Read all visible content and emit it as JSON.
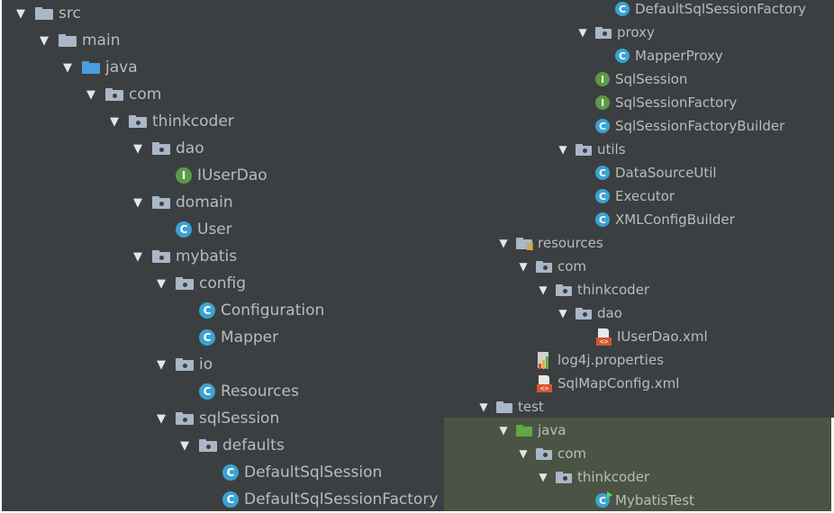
{
  "left_tree": [
    {
      "label": "src",
      "kind": "folder",
      "icon": "folder-icon",
      "expanded": true,
      "depth": 0
    },
    {
      "label": "main",
      "kind": "folder",
      "icon": "folder-icon",
      "expanded": true,
      "depth": 1
    },
    {
      "label": "java",
      "kind": "source-folder",
      "icon": "source-folder-icon",
      "expanded": true,
      "depth": 2
    },
    {
      "label": "com",
      "kind": "package",
      "icon": "package-icon",
      "expanded": true,
      "depth": 3
    },
    {
      "label": "thinkcoder",
      "kind": "package",
      "icon": "package-icon",
      "expanded": true,
      "depth": 4
    },
    {
      "label": "dao",
      "kind": "package",
      "icon": "package-icon",
      "expanded": true,
      "depth": 5
    },
    {
      "label": "IUserDao",
      "kind": "interface",
      "icon": "interface-icon",
      "depth": 6
    },
    {
      "label": "domain",
      "kind": "package",
      "icon": "package-icon",
      "expanded": true,
      "depth": 5
    },
    {
      "label": "User",
      "kind": "class",
      "icon": "class-icon",
      "depth": 6
    },
    {
      "label": "mybatis",
      "kind": "package",
      "icon": "package-icon",
      "expanded": true,
      "depth": 5
    },
    {
      "label": "config",
      "kind": "package",
      "icon": "package-icon",
      "expanded": true,
      "depth": 6
    },
    {
      "label": "Configuration",
      "kind": "class",
      "icon": "class-icon",
      "depth": 7
    },
    {
      "label": "Mapper",
      "kind": "class",
      "icon": "class-icon",
      "depth": 7
    },
    {
      "label": "io",
      "kind": "package",
      "icon": "package-icon",
      "expanded": true,
      "depth": 6
    },
    {
      "label": "Resources",
      "kind": "class",
      "icon": "class-icon",
      "depth": 7
    },
    {
      "label": "sqlSession",
      "kind": "package",
      "icon": "package-icon",
      "expanded": true,
      "depth": 6
    },
    {
      "label": "defaults",
      "kind": "package",
      "icon": "package-icon",
      "expanded": true,
      "depth": 7
    },
    {
      "label": "DefaultSqlSession",
      "kind": "class",
      "icon": "class-icon",
      "depth": 8
    },
    {
      "label": "DefaultSqlSessionFactory",
      "kind": "class",
      "icon": "class-icon",
      "depth": 8
    }
  ],
  "right_tree": [
    {
      "label": "DefaultSqlSessionFactory",
      "kind": "class",
      "icon": "class-icon",
      "depth": 8
    },
    {
      "label": "proxy",
      "kind": "package",
      "icon": "package-icon",
      "expanded": true,
      "depth": 7
    },
    {
      "label": "MapperProxy",
      "kind": "class",
      "icon": "class-icon",
      "depth": 8
    },
    {
      "label": "SqlSession",
      "kind": "interface",
      "icon": "interface-icon",
      "depth": 7
    },
    {
      "label": "SqlSessionFactory",
      "kind": "interface",
      "icon": "interface-icon",
      "depth": 7
    },
    {
      "label": "SqlSessionFactoryBuilder",
      "kind": "class",
      "icon": "class-icon",
      "depth": 7
    },
    {
      "label": "utils",
      "kind": "package",
      "icon": "package-icon",
      "expanded": true,
      "depth": 6
    },
    {
      "label": "DataSourceUtil",
      "kind": "class",
      "icon": "class-icon",
      "depth": 7
    },
    {
      "label": "Executor",
      "kind": "class",
      "icon": "class-icon",
      "depth": 7
    },
    {
      "label": "XMLConfigBuilder",
      "kind": "class",
      "icon": "class-icon",
      "depth": 7
    },
    {
      "label": "resources",
      "kind": "resources-folder",
      "icon": "resources-folder-icon",
      "expanded": true,
      "depth": 3
    },
    {
      "label": "com",
      "kind": "package",
      "icon": "package-icon",
      "expanded": true,
      "depth": 4
    },
    {
      "label": "thinkcoder",
      "kind": "package",
      "icon": "package-icon",
      "expanded": true,
      "depth": 5
    },
    {
      "label": "dao",
      "kind": "package",
      "icon": "package-icon",
      "expanded": true,
      "depth": 6
    },
    {
      "label": "IUserDao.xml",
      "kind": "xml",
      "icon": "xml-file-icon",
      "depth": 7
    },
    {
      "label": "log4j.properties",
      "kind": "properties",
      "icon": "properties-file-icon",
      "depth": 4
    },
    {
      "label": "SqlMapConfig.xml",
      "kind": "xml",
      "icon": "xml-file-icon",
      "depth": 4
    },
    {
      "label": "test",
      "kind": "folder",
      "icon": "folder-icon",
      "expanded": true,
      "depth": 2
    },
    {
      "label": "java",
      "kind": "test-folder",
      "icon": "test-folder-icon",
      "expanded": true,
      "depth": 3
    },
    {
      "label": "com",
      "kind": "package",
      "icon": "package-icon",
      "expanded": true,
      "depth": 4
    },
    {
      "label": "thinkcoder",
      "kind": "package",
      "icon": "package-icon",
      "expanded": true,
      "depth": 5
    },
    {
      "label": "MybatisTest",
      "kind": "test-class",
      "icon": "test-class-icon",
      "depth": 7
    }
  ],
  "colors": {
    "panel_bg": "#3c3f41",
    "selection_bg": "#4b5444",
    "text": "#bbbbbb",
    "folder": "#a9b7c6",
    "package": "#a9b7c6",
    "source_folder": "#4a9edc",
    "test_folder": "#62a844",
    "class_icon": "#3aa3d2",
    "interface_icon": "#5b9b44",
    "xml_icon": "#d5562a"
  },
  "icon_glyphs": {
    "expand_arrow": "▼",
    "class_letter": "C",
    "interface_letter": "I",
    "xml_tag": "<>"
  }
}
